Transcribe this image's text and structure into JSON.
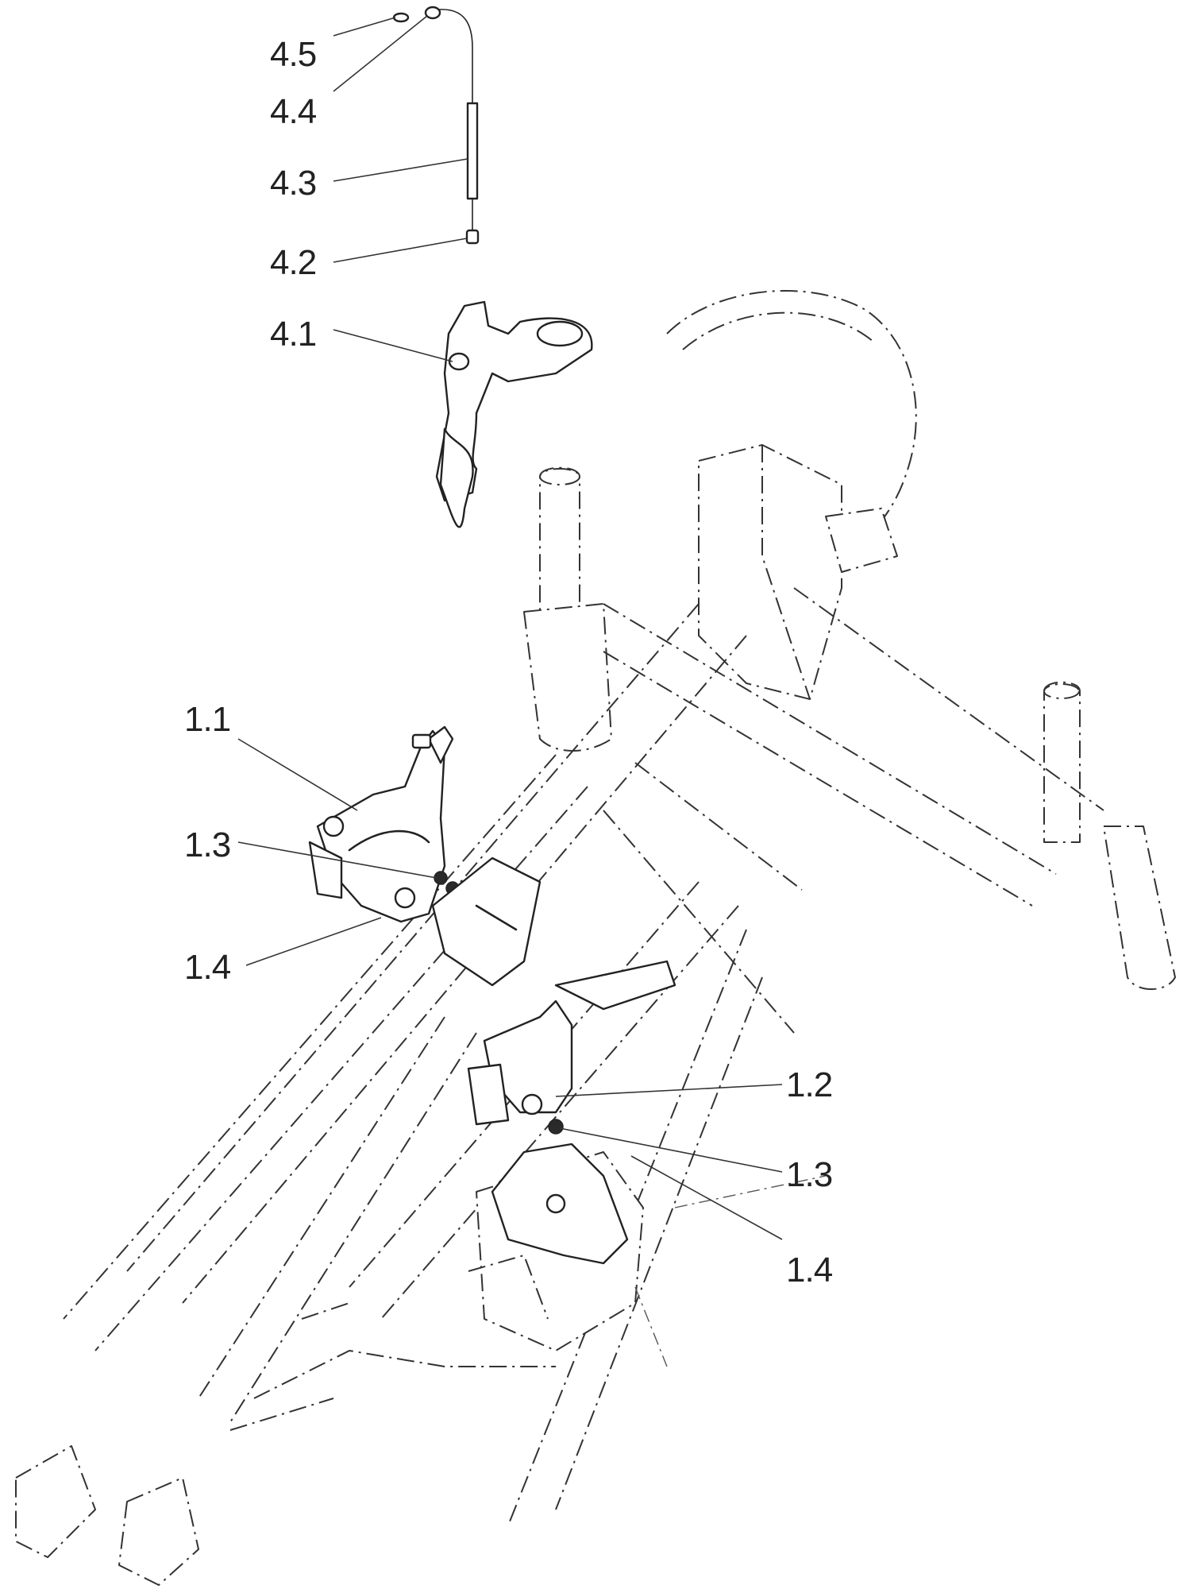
{
  "diagram": {
    "callouts": [
      {
        "id": "4.5",
        "label": "4.5"
      },
      {
        "id": "4.4",
        "label": "4.4"
      },
      {
        "id": "4.3",
        "label": "4.3"
      },
      {
        "id": "4.2",
        "label": "4.2"
      },
      {
        "id": "4.1",
        "label": "4.1"
      },
      {
        "id": "1.1",
        "label": "1.1"
      },
      {
        "id": "1.3a",
        "label": "1.3"
      },
      {
        "id": "1.4a",
        "label": "1.4"
      },
      {
        "id": "1.2",
        "label": "1.2"
      },
      {
        "id": "1.3b",
        "label": "1.3"
      },
      {
        "id": "1.4b",
        "label": "1.4"
      }
    ]
  }
}
